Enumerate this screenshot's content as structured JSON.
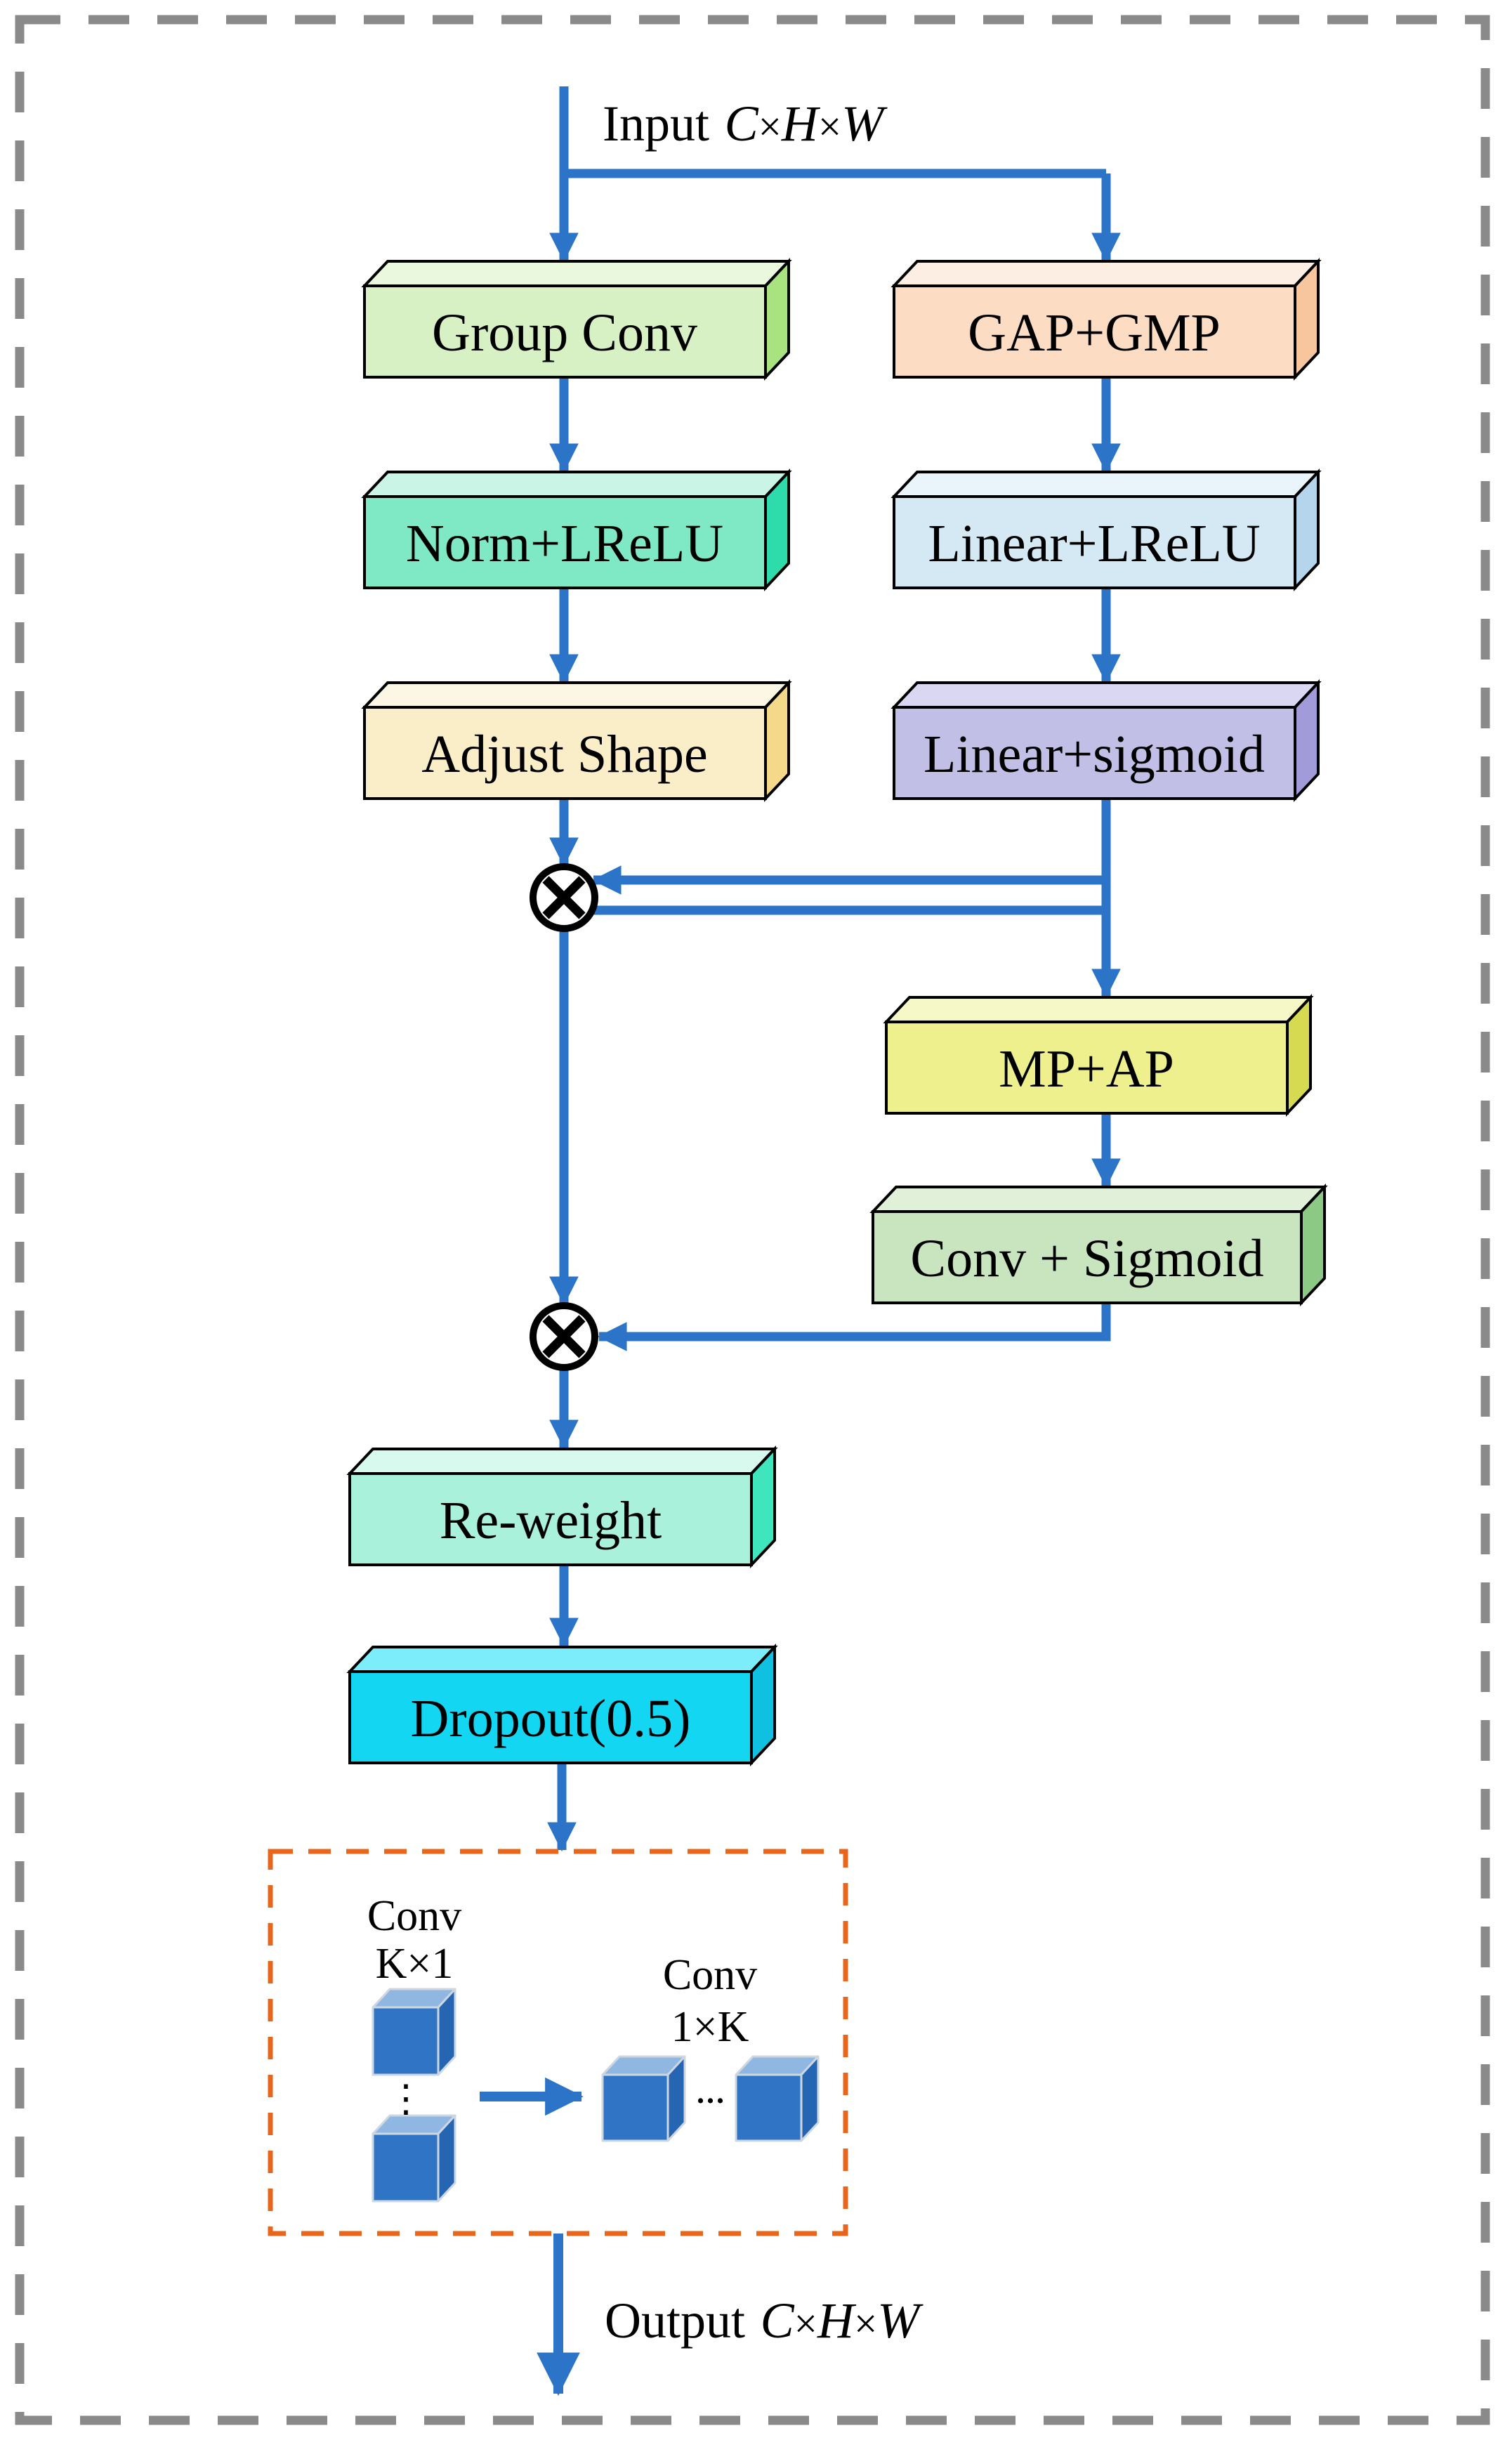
{
  "io": {
    "input_prefix": "Input",
    "output_prefix": "Output",
    "dim_c": "C",
    "dim_h": "H",
    "dim_w": "W",
    "times": "×"
  },
  "blocks": {
    "group_conv": "Group Conv",
    "gap_gmp": "GAP+GMP",
    "norm_lrelu": "Norm+LReLU",
    "linear_lrelu": "Linear+LReLU",
    "adjust_shape": "Adjust Shape",
    "linear_sigmoid": "Linear+sigmoid",
    "mp_ap": "MP+AP",
    "conv_sigmoid": "Conv + Sigmoid",
    "reweight": "Re-weight",
    "dropout": "Dropout(0.5)"
  },
  "kernel_panel": {
    "left_title": "Conv",
    "left_size": "K×1",
    "right_title": "Conv",
    "right_size": "1×K",
    "vertical_dots": "⋮",
    "horizontal_dots": "..."
  },
  "colors": {
    "arrow": "#2b74c8",
    "border_gray": "#8a8a8a",
    "panel_orange": "#e8661c",
    "multiply_stroke": "#000000",
    "group_conv": "#d8f1c4",
    "gap_gmp": "#fcdcc2",
    "norm_lrelu": "#7fe8c4",
    "linear_lrelu": "#d5e9f5",
    "adjust_shape": "#faeec8",
    "linear_sigmoid": "#c2bfe7",
    "mp_ap": "#eef08d",
    "conv_sigmoid": "#c9e5bf",
    "reweight": "#a9f1da",
    "dropout": "#12d6f2",
    "cube_front": "#2f74c5",
    "cube_top": "#8fb7e2",
    "cube_side": "#2565b2"
  }
}
